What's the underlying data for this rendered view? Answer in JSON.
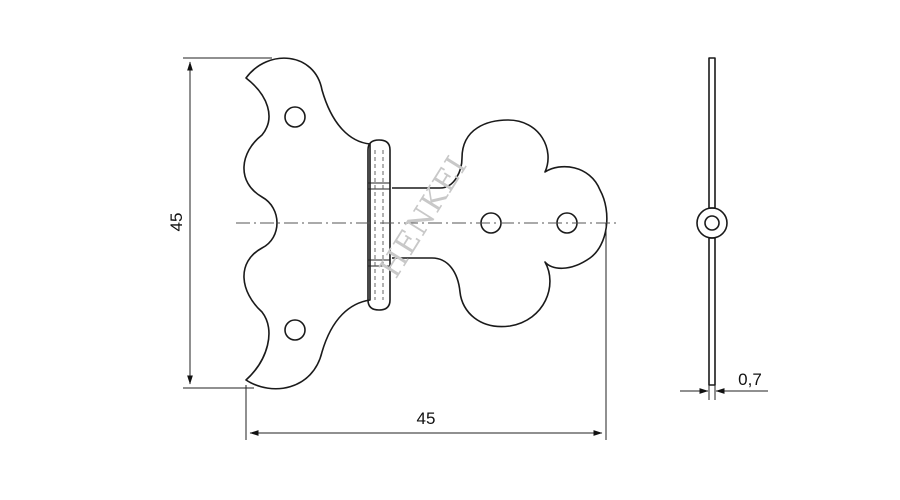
{
  "dimensions": {
    "height": "45",
    "width": "45",
    "thickness": "0,7"
  },
  "watermark": "HENKEI"
}
